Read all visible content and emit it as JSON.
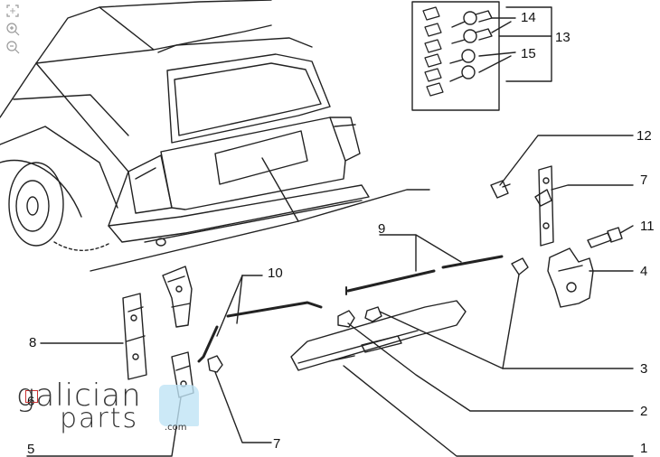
{
  "toolbar": {
    "tools": [
      {
        "name": "fit-view-icon"
      },
      {
        "name": "zoom-in-icon"
      },
      {
        "name": "zoom-out-icon"
      }
    ]
  },
  "callouts": {
    "c1": "1",
    "c2": "2",
    "c3": "3",
    "c4": "4",
    "c5": "5",
    "c6": "6",
    "c7a": "7",
    "c7b": "7",
    "c8": "8",
    "c9": "9",
    "c10": "10",
    "c11": "11",
    "c12": "12",
    "c13": "13",
    "c14": "14",
    "c15": "15"
  },
  "watermark": {
    "line1": "galician",
    "line2": "parts",
    "suffix": ".com"
  }
}
